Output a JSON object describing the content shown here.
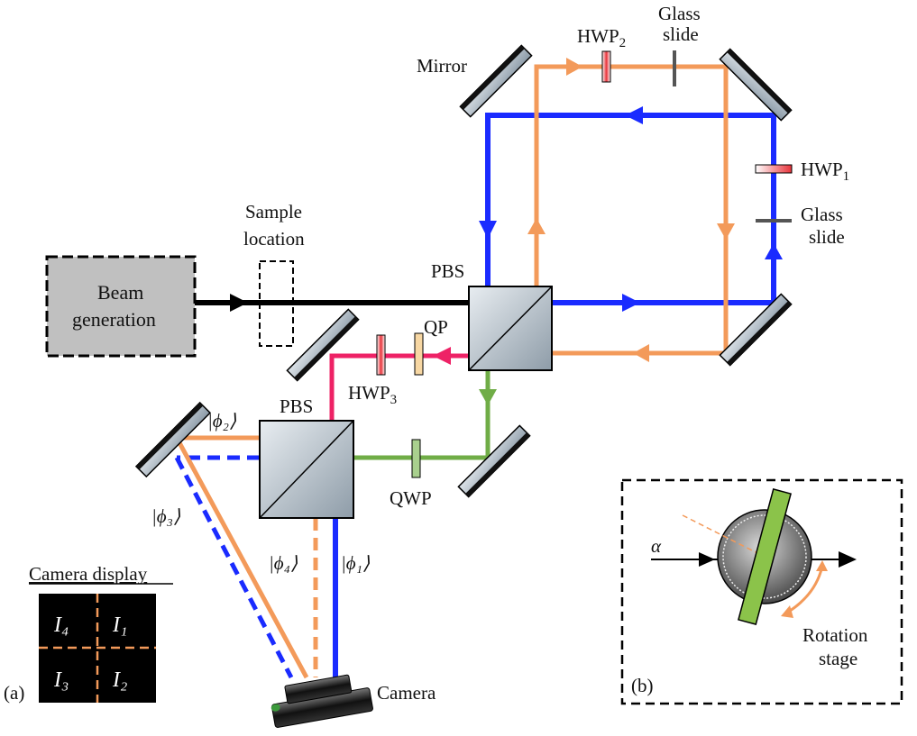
{
  "colors": {
    "blue": "#1a2bff",
    "orange": "#f39a5a",
    "black": "#000000",
    "pink": "#ee2266",
    "green": "#70ad47",
    "hwp": "#e8333a",
    "qp": "#f7d7a3",
    "qwp": "#a9d08e",
    "glass": "#555555",
    "box_gray": "#c0c0c0",
    "rotation_plate": "#8bc34a"
  },
  "labels": {
    "mirror": "Mirror",
    "hwp2": "HWP",
    "hwp2_sub": "2",
    "glass_slide_top_1": "Glass",
    "glass_slide_top_2": "slide",
    "hwp1": "HWP",
    "hwp1_sub": "1",
    "glass_slide_right_1": "Glass",
    "glass_slide_right_2": "slide",
    "sample_1": "Sample",
    "sample_2": "location",
    "beam_1": "Beam",
    "beam_2": "generation",
    "pbs_top": "PBS",
    "pbs_bottom": "PBS",
    "qp": "QP",
    "hwp3": "HWP",
    "hwp3_sub": "3",
    "qwp": "QWP",
    "phi2": "|ϕ₂⟩",
    "phi3": "|ϕ₃⟩",
    "phi4": "|ϕ₄⟩",
    "phi1": "|ϕ₁⟩",
    "camera": "Camera",
    "camera_display": "Camera display",
    "panel_a": "(a)",
    "panel_b": "(b)",
    "alpha": "α",
    "rotation_1": "Rotation",
    "rotation_2": "stage"
  },
  "camera_quadrants": {
    "tl": "I₄",
    "tr": "I₁",
    "bl": "I₃",
    "br": "I₂"
  }
}
